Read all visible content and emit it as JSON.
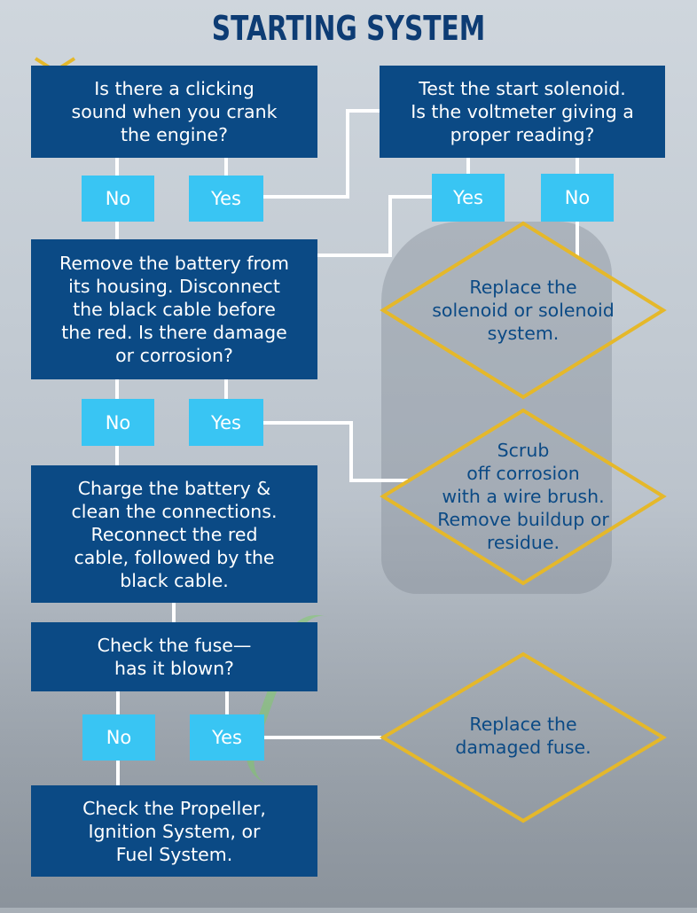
{
  "title": "STARTING SYSTEM",
  "colors": {
    "box": "#0b4a85",
    "tag": "#39c5f3",
    "diamond_outline": "#e5b82a",
    "title": "#0d3c74",
    "connector": "#ffffff"
  },
  "boxes": {
    "q1": "Is there a clicking\nsound when you crank\nthe engine?",
    "q2": "Test the start solenoid.\nIs the voltmeter giving a\nproper reading?",
    "q3": "Remove the battery from\nits housing. Disconnect\nthe black cable before\nthe red. Is there damage\nor corrosion?",
    "a_charge": "Charge the battery &\nclean the connections.\nReconnect the red\ncable, followed by the\nblack cable.",
    "q4": "Check the fuse—\nhas it blown?",
    "final": "Check the Propeller,\nIgnition System, or\nFuel System."
  },
  "diamonds": {
    "solenoid": "Replace the\nsolenoid or solenoid\nsystem.",
    "scrub": "Scrub\noff corrosion\nwith a wire brush.\nRemove buildup or\nresidue.",
    "fuse": "Replace the\ndamaged fuse."
  },
  "tags": {
    "no": "No",
    "yes": "Yes"
  }
}
